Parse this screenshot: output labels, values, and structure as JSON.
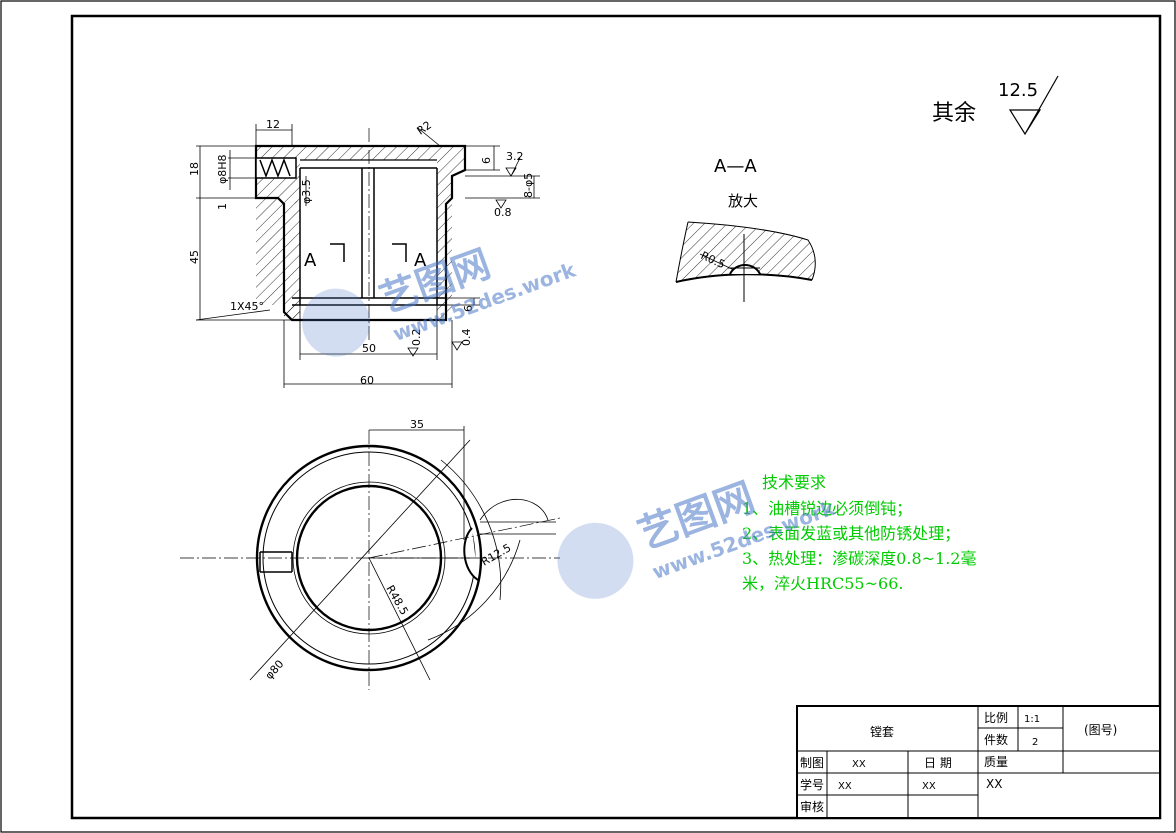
{
  "surface_finish_note": {
    "label": "其余",
    "value": "12.5"
  },
  "section_view": {
    "label": "A—A",
    "scale_note": "放大",
    "radius": "R0.5"
  },
  "front_view": {
    "section_mark_left": "A",
    "section_mark_right": "A",
    "dims": {
      "d12": "12",
      "r2": "R2",
      "d18": "18",
      "phi8h8": "φ8H8",
      "d1": "1",
      "phi35": "φ3.5",
      "d45": "45",
      "chamfer": "1X45°",
      "d6top": "6",
      "ra32": "3.2",
      "d8": "8-φ5",
      "ra08": "0.8",
      "d6low": "6",
      "d50": "50",
      "d60": "60",
      "ra02": "0.2",
      "d04": "0.4"
    }
  },
  "top_view": {
    "dims": {
      "d35": "35",
      "r485": "R48.5",
      "phi80": "φ80",
      "r12": "R12.5"
    }
  },
  "tech_requirements": {
    "title": "技术要求",
    "items": [
      "1、油槽锐边必须倒钝；",
      "2、表面发蓝或其他防锈处理；",
      "3、热处理：渗碳深度0.8~1.2毫",
      "米，淬火HRC55~66."
    ]
  },
  "title_block": {
    "part_name": "镗套",
    "scale_label": "比例",
    "scale_value": "1:1",
    "qty_label": "件数",
    "qty_value": "2",
    "drawing_no": "(图号)",
    "drawn_label": "制图",
    "drawn_value": "XX",
    "date_label": "日 期",
    "mass_label": "质量",
    "student_label": "学号",
    "student_value": "XX",
    "student_date": "XX",
    "review_label": "审核",
    "org": "XX"
  },
  "watermark": {
    "brand": "艺图网",
    "url": "www.52des.work"
  },
  "colors": {
    "line": "#000000",
    "requirements": "#00cc00",
    "watermark": "#4a78c8"
  }
}
